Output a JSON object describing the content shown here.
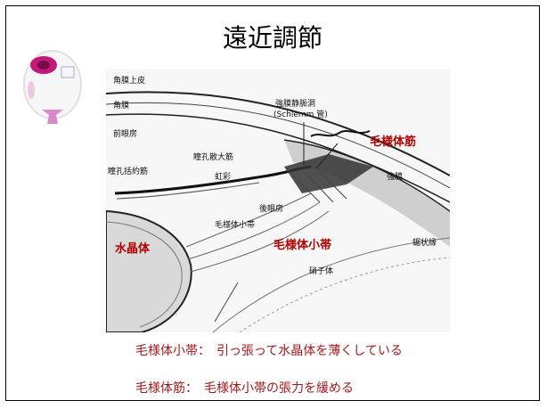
{
  "slide": {
    "title": "遠近調節",
    "captions": [
      "毛様体小帯：　引っ張って水晶体を薄くしている",
      "毛様体筋：　毛様体小帯の張力を緩める"
    ]
  },
  "figure": {
    "labels": {
      "kakumaku_johi": "角膜上皮",
      "kakumaku": "角膜",
      "zengambo": "前眼房",
      "dokou_katsuyakukin": "瞳孔括約筋",
      "dokou_sandaikin": "瞳孔散大筋",
      "kousai": "虹彩",
      "kyoumaku_jomyakudou": "強膜静脈洞",
      "schlemm": "(Schlemm 管)",
      "kougambo": "後眼房",
      "kyoumaku": "強膜",
      "mouyoutai_shoutai_small": "毛様体小帯",
      "shishitai": "硝子体",
      "kyojousen": "鋸状縁",
      "mouyoutaikin": "毛様体筋",
      "suishoutai": "水晶体",
      "mouyoutai_shoutai": "毛様体小帯"
    }
  },
  "colors": {
    "accent_red": "#b00000",
    "caption_red": "#a21a1a"
  }
}
